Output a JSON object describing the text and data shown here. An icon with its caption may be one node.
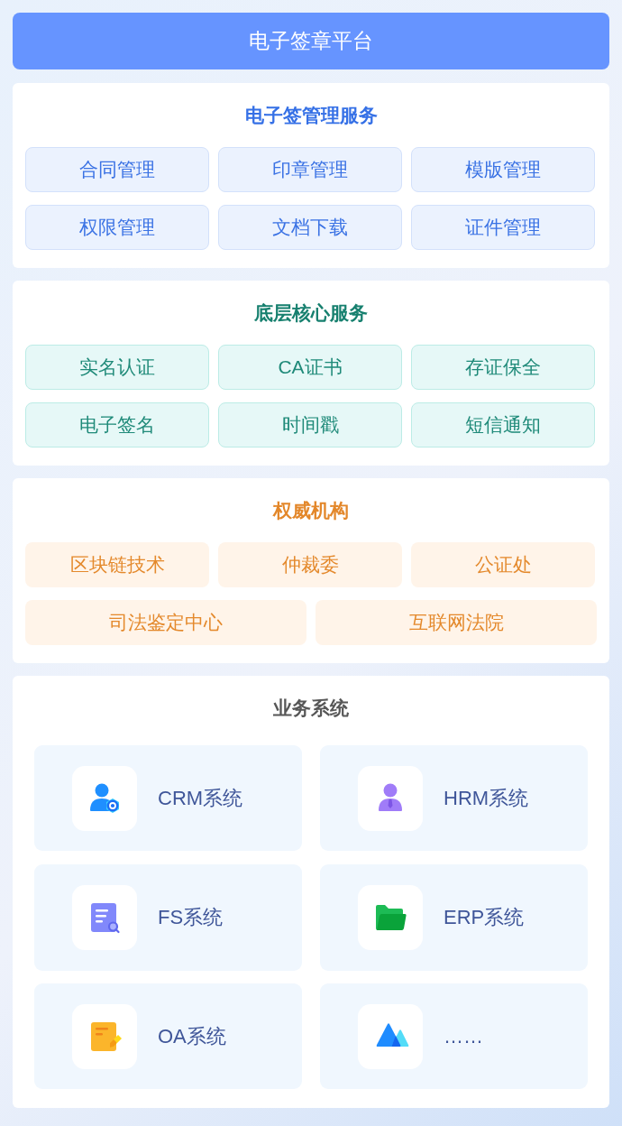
{
  "diagram": {
    "nodes": [
      {
        "text": [
          "电子签章平台"
        ]
      },
      {
        "text": [
          "电子签管理服务"
        ]
      },
      {
        "text": [
          "合同管理"
        ],
        "in": 1
      },
      {
        "text": [
          "印章管理"
        ],
        "in": 1
      },
      {
        "text": [
          "模版管理"
        ],
        "in": 1
      },
      {
        "text": [
          "权限管理"
        ],
        "in": 1
      },
      {
        "text": [
          "文档下载"
        ],
        "in": 1
      },
      {
        "text": [
          "证件管理"
        ],
        "in": 1
      },
      {
        "text": [
          "底层核心服务"
        ]
      },
      {
        "text": [
          "实名认证"
        ],
        "in": 8
      },
      {
        "text": [
          "CA证书"
        ],
        "in": 8
      },
      {
        "text": [
          "存证保全"
        ],
        "in": 8
      },
      {
        "text": [
          "电子签名"
        ],
        "in": 8
      },
      {
        "text": [
          "时间戳"
        ],
        "in": 8
      },
      {
        "text": [
          "短信通知"
        ],
        "in": 8
      },
      {
        "text": [
          "权威机构"
        ]
      },
      {
        "text": [
          "区块链技术"
        ],
        "in": 15
      },
      {
        "text": [
          "仲裁委"
        ],
        "in": 15
      },
      {
        "text": [
          "公证处"
        ],
        "in": 15
      },
      {
        "text": [
          "司法鉴定中心"
        ],
        "in": 15
      },
      {
        "text": [
          "互联网法院"
        ],
        "in": 15
      },
      {
        "text": [
          "业务系统"
        ]
      },
      {
        "text": [
          "CRM系统"
        ],
        "in": 21
      },
      {
        "text": [
          "HRM系统"
        ],
        "in": 21
      },
      {
        "text": [
          "FS系统"
        ],
        "in": 21
      },
      {
        "text": [
          "ERP系统"
        ],
        "in": 21
      },
      {
        "text": [
          "OA系统"
        ],
        "in": 21
      },
      {
        "text": [
          "……"
        ],
        "in": 21
      }
    ]
  }
}
